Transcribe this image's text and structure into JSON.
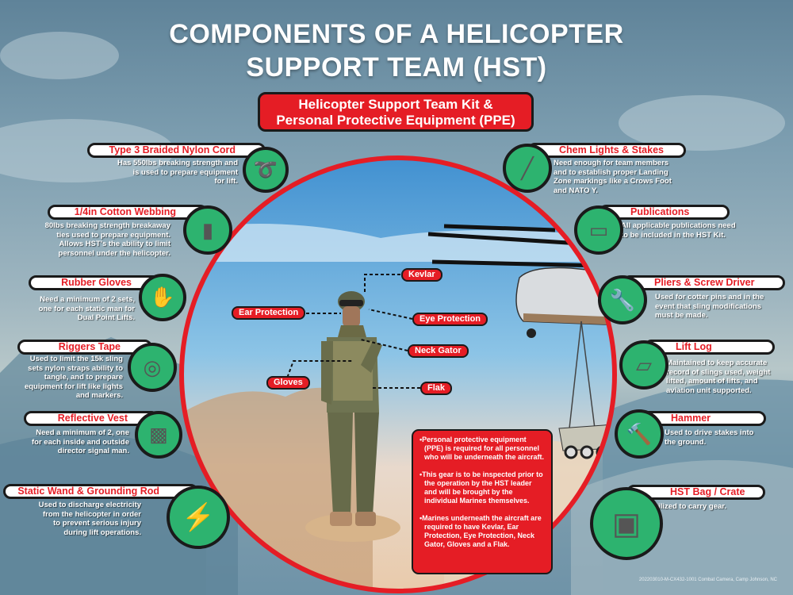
{
  "title": [
    "COMPONENTS OF A HELICOPTER",
    "SUPPORT TEAM (HST)"
  ],
  "banner": [
    "Helicopter Support Team Kit &",
    "Personal Protective Equipment (PPE)"
  ],
  "left_items": [
    {
      "label": "Type 3 Braided Nylon Cord",
      "icon": "rope-icon",
      "desc": [
        "Has 550lbs breaking strength and",
        "is used to prepare equipment",
        "for lift."
      ]
    },
    {
      "label": "1/4in Cotton Webbing",
      "icon": "spool-icon",
      "desc": [
        "80lbs breaking strength breakaway",
        "ties used to prepare equipment.",
        "Allows HST's the ability to limit",
        "personnel under the helicopter."
      ]
    },
    {
      "label": "Rubber Gloves",
      "icon": "gloves-icon",
      "desc": [
        "Need a minimum of 2 sets,",
        "one for each static man for",
        "Dual Point Lifts."
      ]
    },
    {
      "label": "Riggers Tape",
      "icon": "tape-icon",
      "desc": [
        "Used to limit the 15k sling",
        "sets nylon straps ability to",
        "tangle, and to prepare",
        "equipment for lift like lights",
        "and markers."
      ]
    },
    {
      "label": "Reflective Vest",
      "icon": "vest-icon",
      "desc": [
        "Need a minimum of 2, one",
        "for each inside and outside",
        "director signal man."
      ]
    },
    {
      "label": "Static Wand & Grounding Rod",
      "icon": "static-wand-icon",
      "desc": [
        "Used to discharge electricity",
        "from the helicopter in order",
        "to prevent serious injury",
        "during lift operations."
      ]
    }
  ],
  "right_items": [
    {
      "label": "Chem Lights & Stakes",
      "icon": "chem-light-icon",
      "desc": [
        "Need enough for team members",
        "and to establish proper Landing",
        "Zone markings like a Crows Foot",
        "and NATO Y."
      ]
    },
    {
      "label": "Publications",
      "icon": "book-icon",
      "desc": [
        "All applicable publications need",
        "to be included in the HST Kit."
      ]
    },
    {
      "label": "Pliers & Screw Driver",
      "icon": "pliers-screwdriver-icon",
      "desc": [
        "Used for cotter pins and in the",
        "event that sling modifications",
        "must be made."
      ]
    },
    {
      "label": "Lift Log",
      "icon": "logbook-icon",
      "desc": [
        "Maintained to keep accurate",
        "record of slings used, weight",
        "lifted, amount of lifts, and",
        "aviation unit supported."
      ]
    },
    {
      "label": "Hammer",
      "icon": "hammer-icon",
      "desc": [
        "Used to drive stakes into",
        "the ground."
      ]
    },
    {
      "label": "HST Bag / Crate",
      "icon": "crate-icon",
      "desc": [
        "Utilized to carry gear."
      ]
    }
  ],
  "ppe_tags": [
    "Kevlar",
    "Ear Protection",
    "Eye Protection",
    "Neck Gator",
    "Gloves",
    "Flak"
  ],
  "note": [
    "•Personal protective equipment (PPE) is required for all personnel who will be underneath the aircraft.",
    "•This gear is to be inspected prior to the operation by the HST leader and will be brought by the individual Marines themselves.",
    "•Marines underneath the aircraft are required to have Kevlar, Ear Protection, Eye Protection, Neck Gator, Gloves and a Flak."
  ],
  "credit": "202203010-M-CX432-1001 Combat Camera, Camp Johnson, NC",
  "colors": {
    "accent_red": "#e51d25",
    "icon_green": "#2db36f",
    "outline": "#1a1a1a"
  }
}
